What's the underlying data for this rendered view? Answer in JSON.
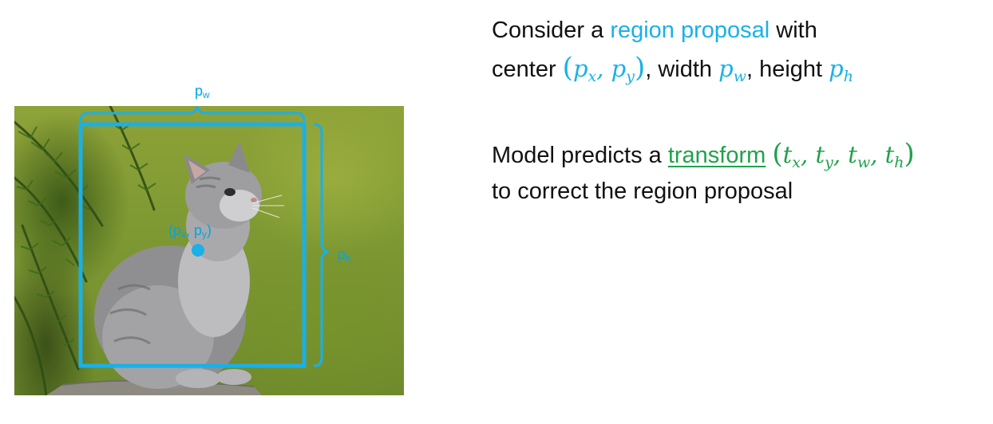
{
  "figure": {
    "label_pw": "p",
    "label_pw_sub": "w",
    "label_ph": "p",
    "label_ph_sub": "h",
    "label_center_open": "(p",
    "label_center_sub_x": "x",
    "label_center_comma": ", p",
    "label_center_sub_y": "y",
    "label_center_close": ")",
    "accent_color": "#1ab0e8"
  },
  "text": {
    "line1_pre": "Consider a ",
    "line1_highlight": "region proposal",
    "line1_post": " with",
    "line2_pre": "center ",
    "line2_center_open": "(",
    "line2_px": "p",
    "line2_px_sub": "x",
    "line2_comma": ", ",
    "line2_py": "p",
    "line2_py_sub": "y",
    "line2_center_close": ")",
    "line2_width": ", width ",
    "line2_pw": "p",
    "line2_pw_sub": "w",
    "line2_height": ", height ",
    "line2_ph": "p",
    "line2_ph_sub": "h",
    "line3_pre": "Model predicts a ",
    "line3_highlight": "transform",
    "line3_open": "(",
    "line3_t1": "t",
    "line3_t1_sub": "x",
    "line3_c1": ", ",
    "line3_t2": "t",
    "line3_t2_sub": "y",
    "line3_c2": ", ",
    "line3_t3": "t",
    "line3_t3_sub": "w",
    "line3_c3": ", ",
    "line3_t4": "t",
    "line3_t4_sub": "h",
    "line3_close": ")",
    "line4": "to correct the region proposal",
    "highlight_blue": "#1ab0e8",
    "highlight_green": "#1fa24a"
  }
}
